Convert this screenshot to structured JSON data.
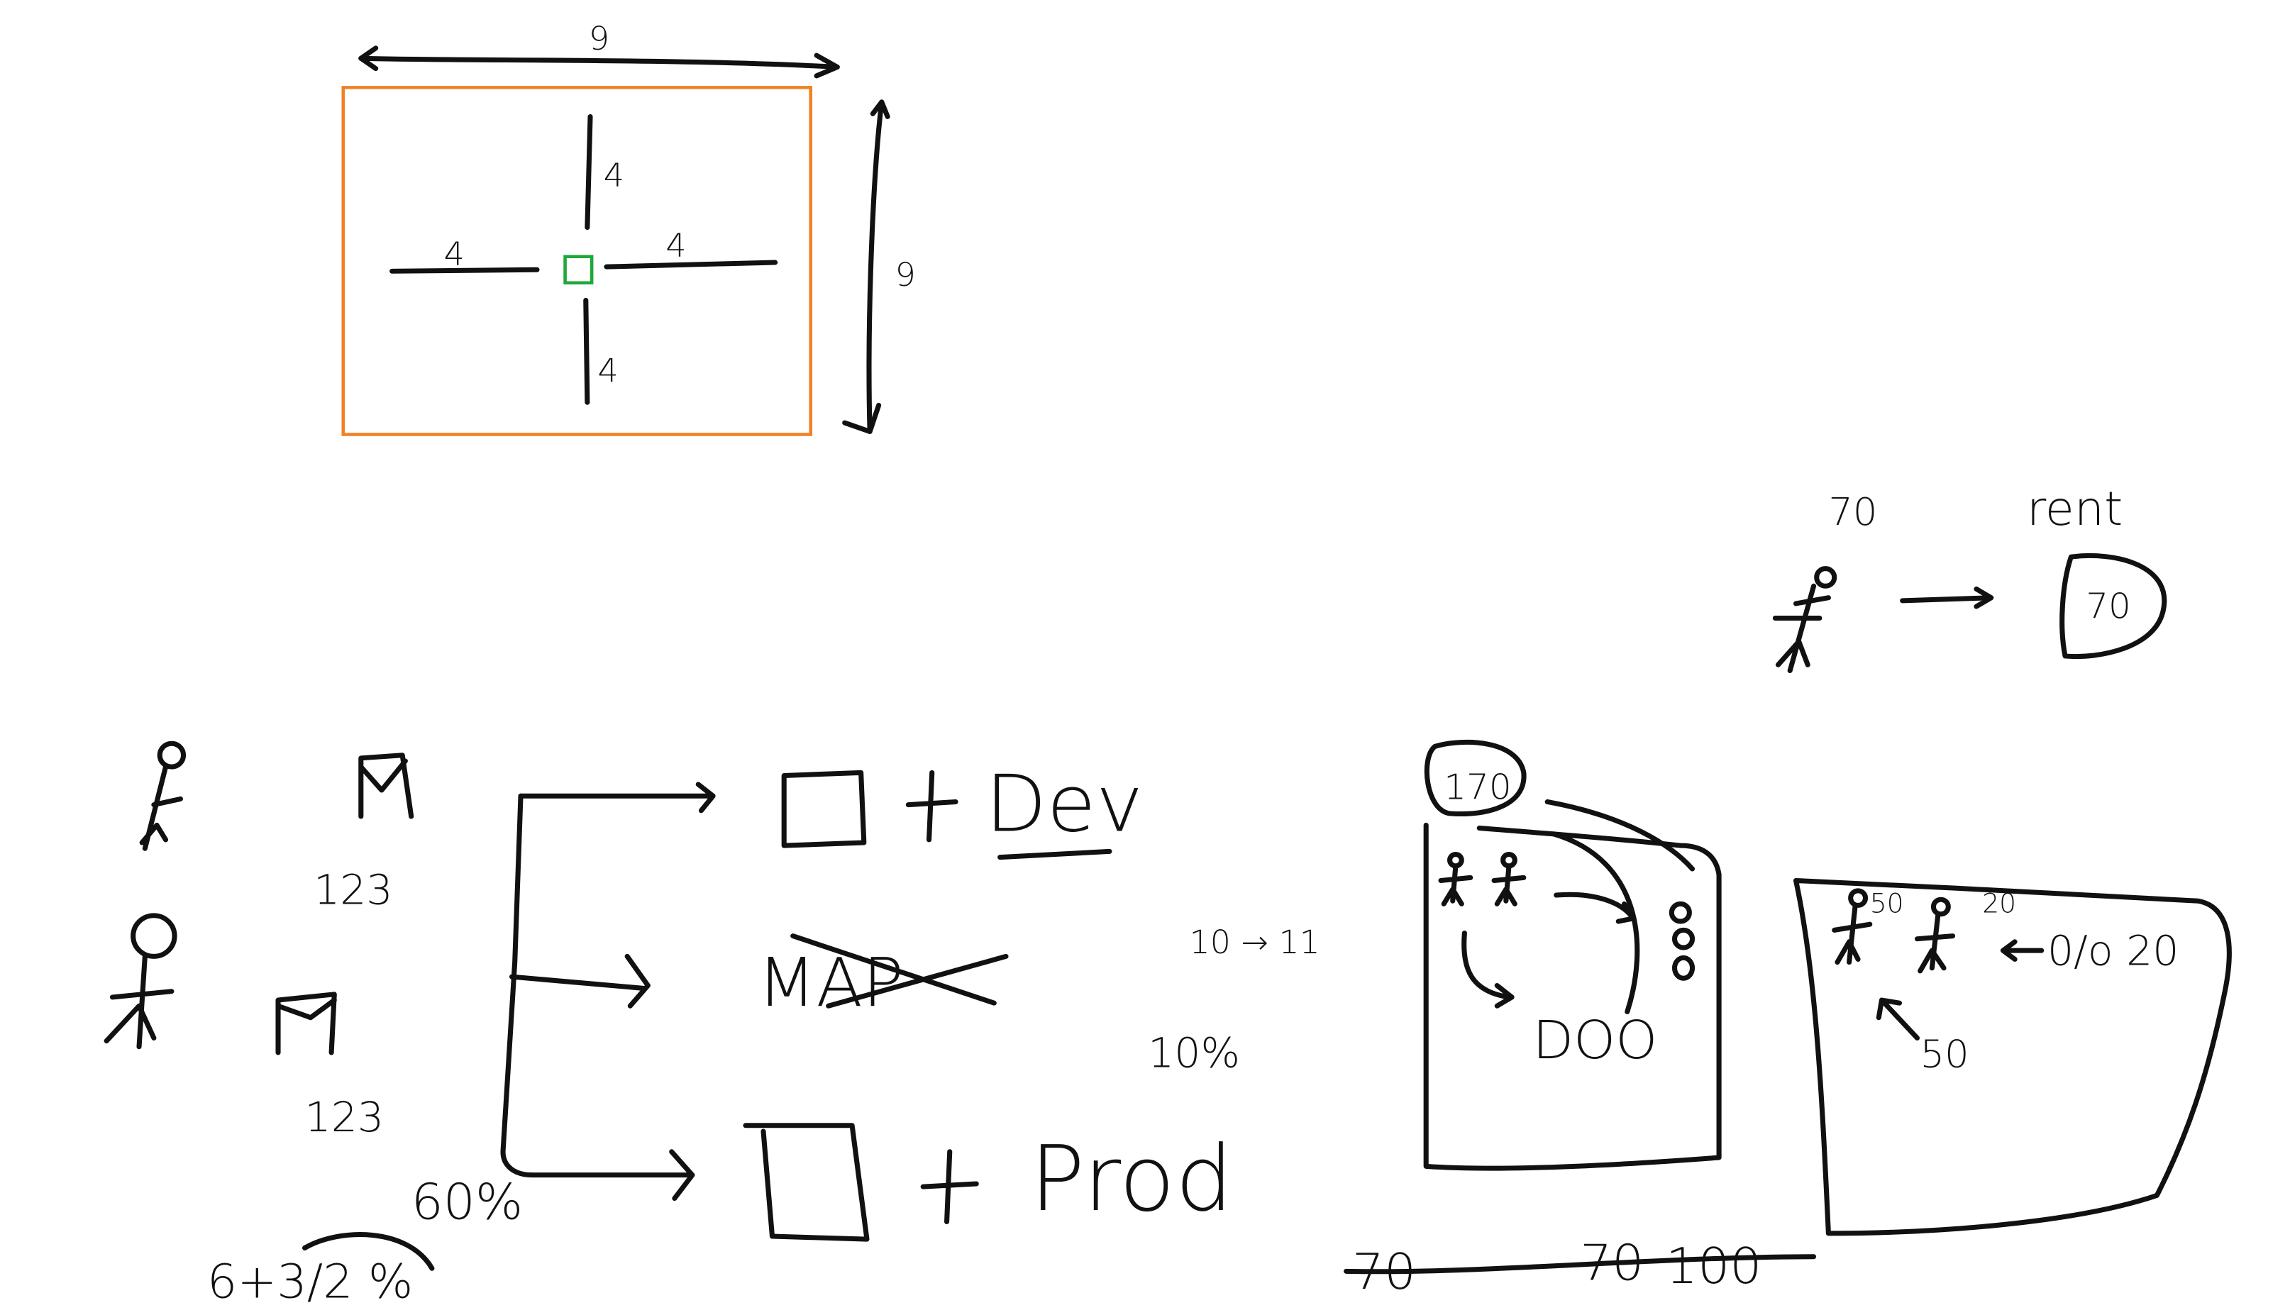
{
  "colors": {
    "frame": "#f08226",
    "anchor": "#1fa83a",
    "ink": "#111111",
    "background": "#ffffff"
  },
  "sketch": {
    "dimensions": {
      "width_label": "9",
      "height_label": "9",
      "offset_top": "4",
      "offset_bottom": "4",
      "offset_left": "4",
      "offset_right": "4"
    },
    "rent": {
      "amount": "70",
      "word": "rent",
      "boxed": "70"
    },
    "users": {
      "first_id": "123",
      "second_id": "123"
    },
    "percentages": {
      "main": "60%",
      "formula": "6+3/2 %",
      "ten": "10%",
      "range": "10 → 11"
    },
    "options": {
      "dev": "Dev",
      "mid": "MAP",
      "prod": "Prod"
    },
    "pool": {
      "tag": "170",
      "dots": "DOO"
    },
    "split": {
      "top_a": "50",
      "top_b": "20",
      "result": "0/o 20",
      "note": "50"
    },
    "crossed_totals": {
      "a": "70",
      "b": "70",
      "c": "100"
    }
  }
}
